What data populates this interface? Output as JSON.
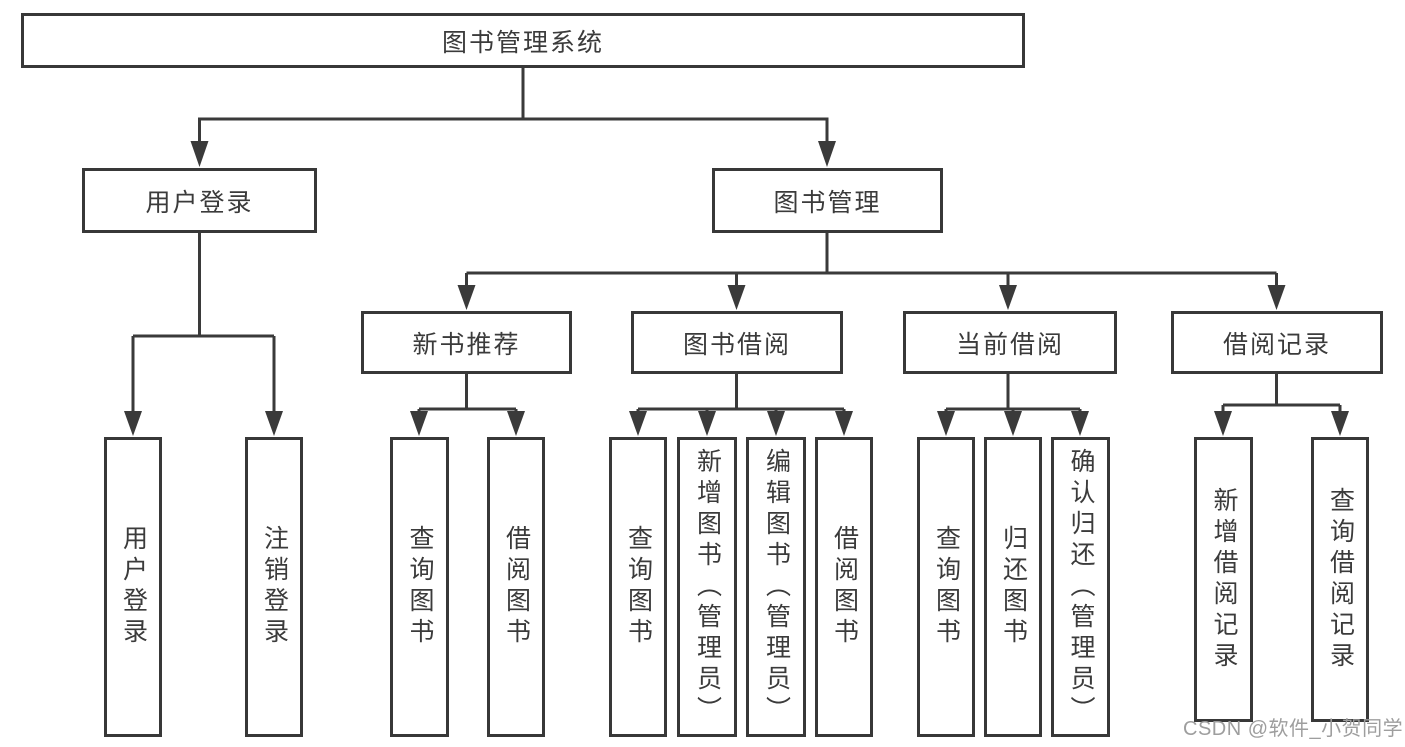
{
  "diagram": {
    "nodes": {
      "root": "图书管理系统",
      "user_login": "用户登录",
      "book_mgmt": "图书管理",
      "new_books": "新书推荐",
      "book_borrow": "图书借阅",
      "current_borrow": "当前借阅",
      "borrow_records": "借阅记录",
      "leaf_user_login": "用户登录",
      "leaf_logout": "注销登录",
      "leaf_nb_query": "查询图书",
      "leaf_nb_borrow": "借阅图书",
      "leaf_bb_query": "查询图书",
      "leaf_bb_add": "新增图书（管理员）",
      "leaf_bb_edit": "编辑图书（管理员）",
      "leaf_bb_borrow": "借阅图书",
      "leaf_cb_query": "查询图书",
      "leaf_cb_return": "归还图书",
      "leaf_cb_confirm": "确认归还（管理员）",
      "leaf_rec_add": "新增借阅记录",
      "leaf_rec_query": "查询借阅记录"
    },
    "watermark": "CSDN @软件_小贺同学",
    "colors": {
      "border": "#383838",
      "line": "#3a3a3a",
      "text": "#3b3b3b",
      "watermark": "#9e9e9e",
      "background": "#ffffff"
    }
  }
}
